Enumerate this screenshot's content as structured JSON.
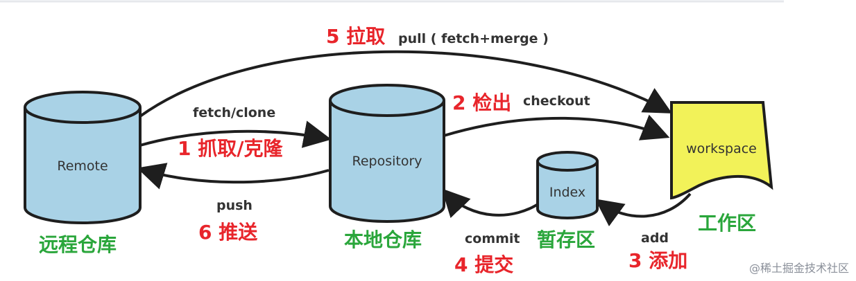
{
  "nodes": {
    "remote": {
      "label": "Remote",
      "caption": "远程仓库"
    },
    "repository": {
      "label": "Repository",
      "caption": "本地仓库"
    },
    "index": {
      "label": "Index",
      "caption": "暂存区"
    },
    "workspace": {
      "label": "workspace",
      "caption": "工作区"
    }
  },
  "edges": {
    "pull": {
      "step": "5 拉取",
      "label": "pull ( fetch+merge )"
    },
    "checkout": {
      "step": "2 检出",
      "label": "checkout"
    },
    "fetch": {
      "step": "1 抓取/克隆",
      "label": "fetch/clone"
    },
    "push": {
      "step": "6 推送",
      "label": "push"
    },
    "commit": {
      "step": "4 提交",
      "label": "commit"
    },
    "add": {
      "step": "3 添加",
      "label": "add"
    }
  },
  "watermark": "@稀土掘金技术社区",
  "colors": {
    "cylinder": "#a9d2e6",
    "stroke": "#1e1e1e",
    "workspace_fill": "#f2f259",
    "step_red": "#e8252b",
    "caption_green": "#2aa63b"
  }
}
